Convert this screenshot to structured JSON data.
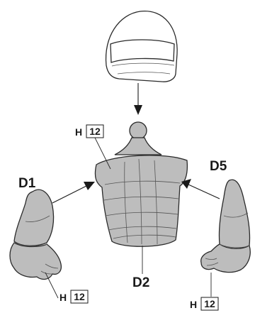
{
  "parts": {
    "left_arm": "D1",
    "torso": "D2",
    "right_arm": "D5"
  },
  "color_callouts": {
    "collar": {
      "letter": "H",
      "number": "12"
    },
    "left_glove": {
      "letter": "H",
      "number": "12"
    },
    "right_glove": {
      "letter": "H",
      "number": "12"
    }
  },
  "colors": {
    "part_fill": "#bdbdbd",
    "line": "#2a2a2a"
  }
}
